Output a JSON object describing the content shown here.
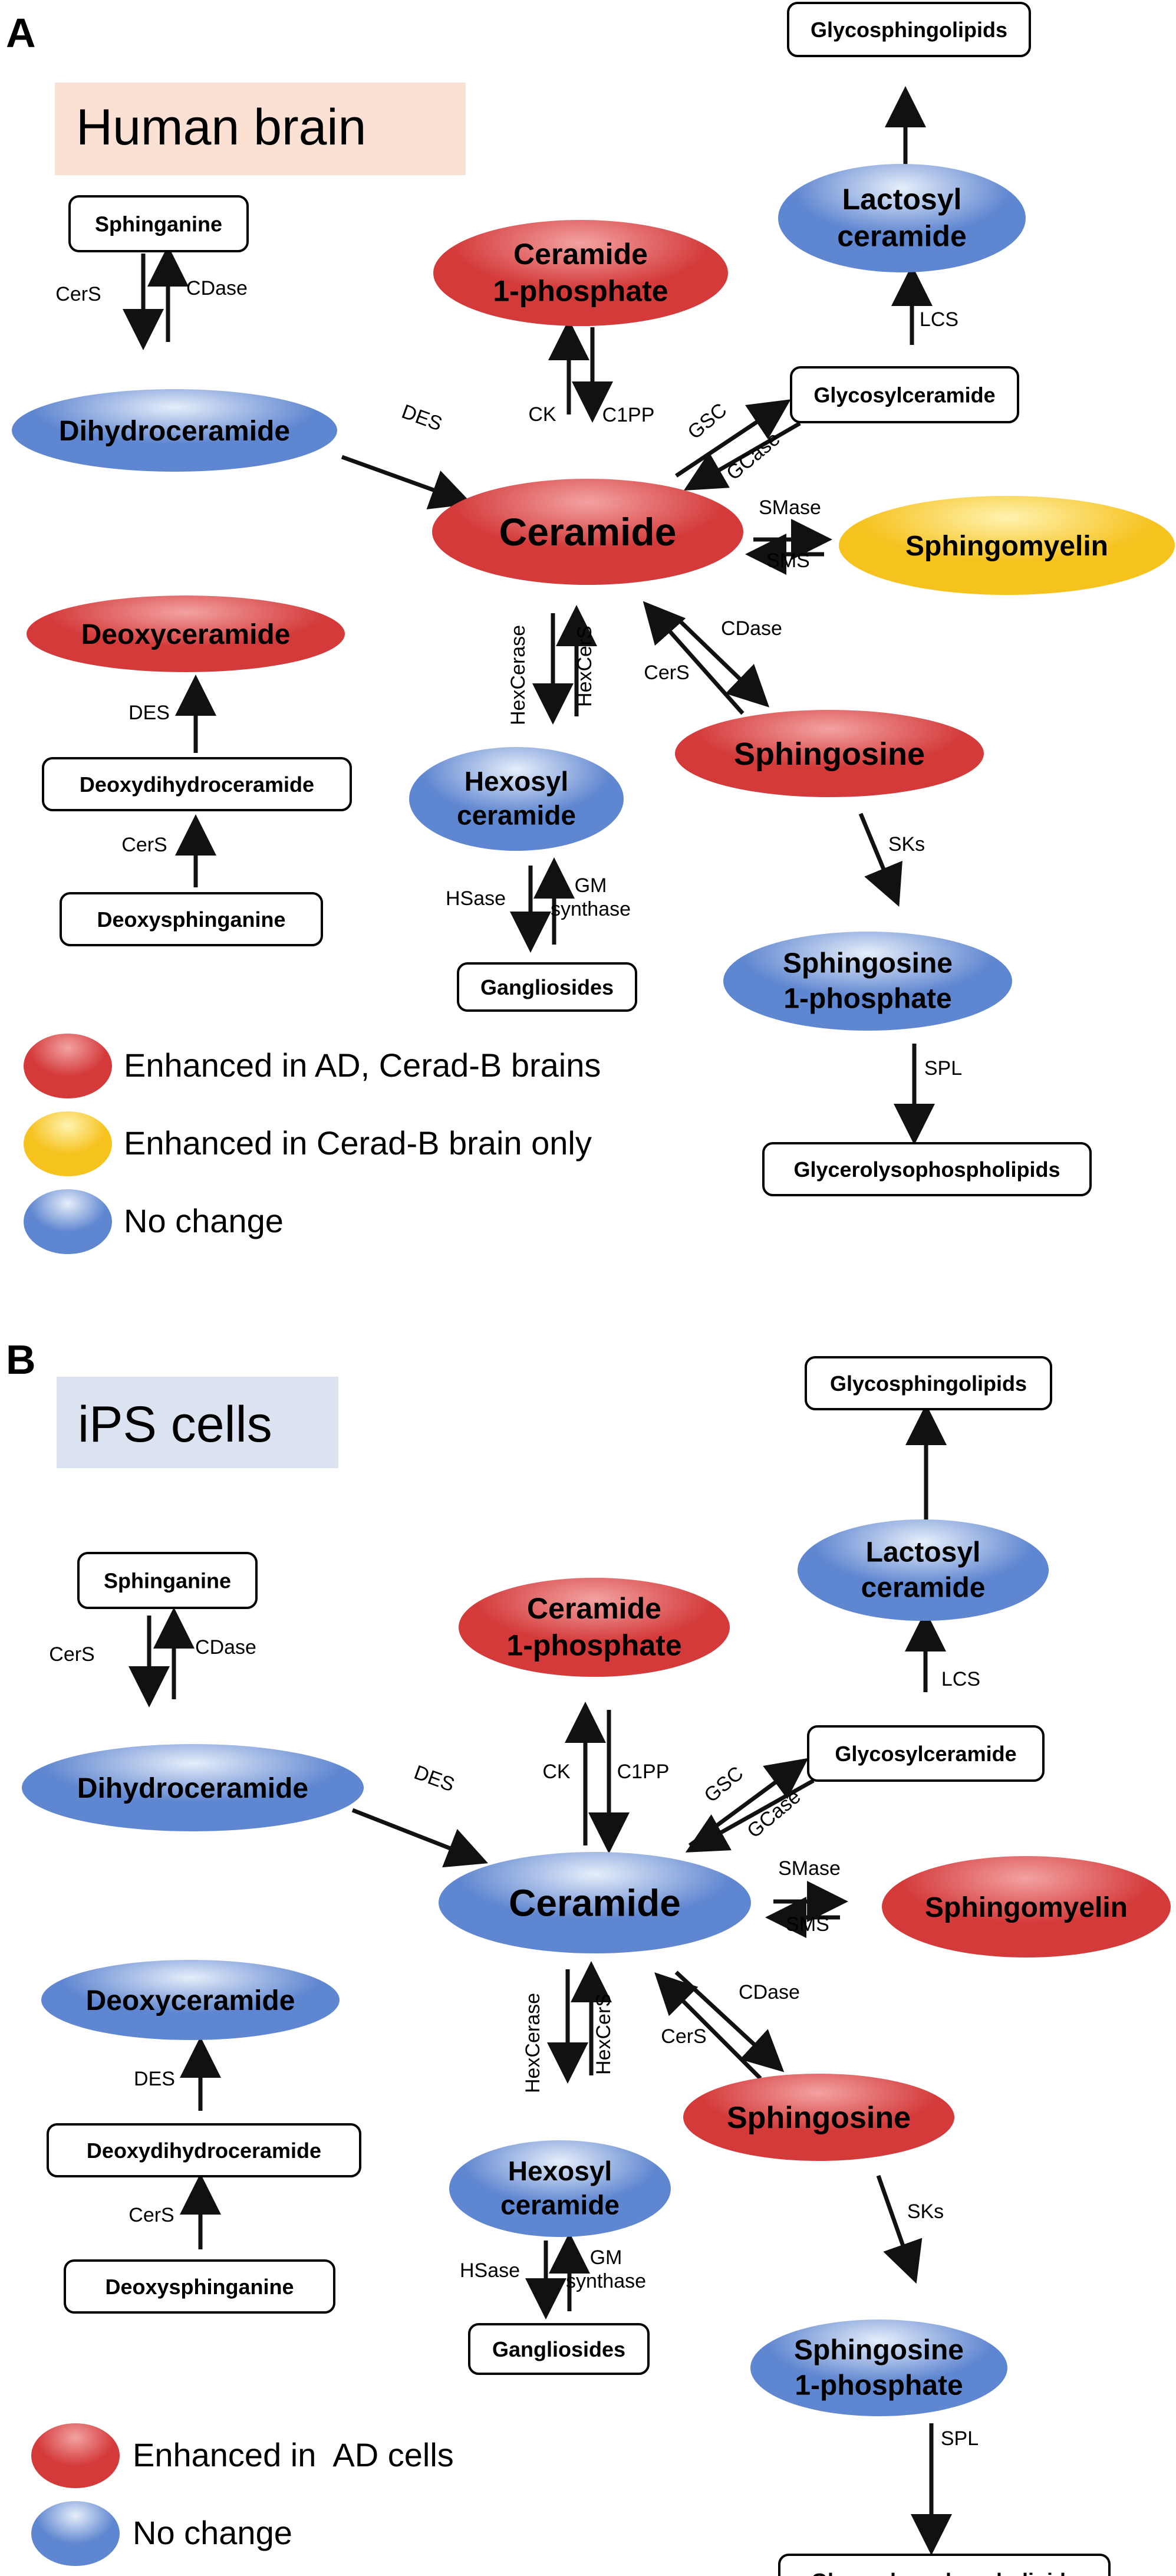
{
  "colors": {
    "enhanced": "#d43a3a",
    "enhanced_light": "#f3a2a2",
    "cerad_only": "#f6c21e",
    "cerad_only_light": "#fff3b0",
    "no_change": "#5f86d0",
    "no_change_light": "#e6eefa",
    "human_title_bg": "#fae1d4",
    "ips_title_bg": "#dbe3f0",
    "line": "#111111"
  },
  "panels": [
    {
      "letter": "A",
      "title": "Human brain",
      "nodes": {
        "sphinganine": "Sphinganine",
        "dihydroceramide": "Dihydroceramide",
        "ceramide_1_phosphate": [
          "Ceramide",
          "1-phosphate"
        ],
        "ceramide": "Ceramide",
        "glycosphingolipids": "Glycosphingolipids",
        "lactosyl_ceramide": [
          "Lactosyl",
          "ceramide"
        ],
        "glycosylceramide": "Glycosylceramide",
        "sphingomyelin": "Sphingomyelin",
        "deoxyceramide": "Deoxyceramide",
        "deoxydihydroceramide": "Deoxydihydroceramide",
        "deoxysphinganine": "Deoxysphinganine",
        "hexosyl_ceramide": [
          "Hexosyl",
          "ceramide"
        ],
        "gangliosides": "Gangliosides",
        "sphingosine": "Sphingosine",
        "sphingosine_1_phosphate": [
          "Sphingosine",
          "1-phosphate"
        ],
        "glycerolysophospholipids": "Glycerolysophospholipids"
      },
      "status": {
        "dihydroceramide": "no_change",
        "ceramide_1_phosphate": "enhanced",
        "ceramide": "enhanced",
        "lactosyl_ceramide": "no_change",
        "sphingomyelin": "cerad_only",
        "deoxyceramide": "enhanced",
        "hexosyl_ceramide": "no_change",
        "sphingosine": "enhanced",
        "sphingosine_1_phosphate": "no_change"
      },
      "enzymes": {
        "cers_1": "CerS",
        "cdase_1": "CDase",
        "des_1": "DES",
        "ck": "CK",
        "c1pp": "C1PP",
        "lcs": "LCS",
        "gsc": "GSC",
        "gcase": "GCase",
        "smase": "SMase",
        "sms": "SMS",
        "hexcerase": "HexCerase",
        "hexcers": "HexCerS",
        "cdase_2": "CDase",
        "cers_2": "CerS",
        "des_2": "DES",
        "cers_3": "CerS",
        "hsase": "HSase",
        "gm_synthase": [
          "GM",
          "synthase"
        ],
        "sks": "SKs",
        "spl": "SPL"
      },
      "legend": [
        {
          "status": "enhanced",
          "label": "Enhanced in AD, Cerad-B brains"
        },
        {
          "status": "cerad_only",
          "label": "Enhanced in Cerad-B brain only"
        },
        {
          "status": "no_change",
          "label": "No change"
        }
      ]
    },
    {
      "letter": "B",
      "title": "iPS cells",
      "nodes": {
        "sphinganine": "Sphinganine",
        "dihydroceramide": "Dihydroceramide",
        "ceramide_1_phosphate": [
          "Ceramide",
          "1-phosphate"
        ],
        "ceramide": "Ceramide",
        "glycosphingolipids": "Glycosphingolipids",
        "lactosyl_ceramide": [
          "Lactosyl",
          "ceramide"
        ],
        "glycosylceramide": "Glycosylceramide",
        "sphingomyelin": "Sphingomyelin",
        "deoxyceramide": "Deoxyceramide",
        "deoxydihydroceramide": "Deoxydihydroceramide",
        "deoxysphinganine": "Deoxysphinganine",
        "hexosyl_ceramide": [
          "Hexosyl",
          "ceramide"
        ],
        "gangliosides": "Gangliosides",
        "sphingosine": "Sphingosine",
        "sphingosine_1_phosphate": [
          "Sphingosine",
          "1-phosphate"
        ],
        "glycerolysophospholipids": "Glycerolysophospholipids"
      },
      "status": {
        "dihydroceramide": "no_change",
        "ceramide_1_phosphate": "enhanced",
        "ceramide": "no_change",
        "lactosyl_ceramide": "no_change",
        "sphingomyelin": "enhanced",
        "deoxyceramide": "no_change",
        "hexosyl_ceramide": "no_change",
        "sphingosine": "enhanced",
        "sphingosine_1_phosphate": "no_change"
      },
      "enzymes": {
        "cers_1": "CerS",
        "cdase_1": "CDase",
        "des_1": "DES",
        "ck": "CK",
        "c1pp": "C1PP",
        "lcs": "LCS",
        "gsc": "GSC",
        "gcase": "GCase",
        "smase": "SMase",
        "sms": "SMS",
        "hexcerase": "HexCerase",
        "hexcers": "HexCerS",
        "cdase_2": "CDase",
        "cers_2": "CerS",
        "des_2": "DES",
        "cers_3": "CerS",
        "hsase": "HSase",
        "gm_synthase": [
          "GM",
          "synthase"
        ],
        "sks": "SKs",
        "spl": "SPL"
      },
      "legend": [
        {
          "status": "enhanced",
          "label": "Enhanced in  AD cells"
        },
        {
          "status": "no_change",
          "label": "No change"
        }
      ]
    }
  ]
}
